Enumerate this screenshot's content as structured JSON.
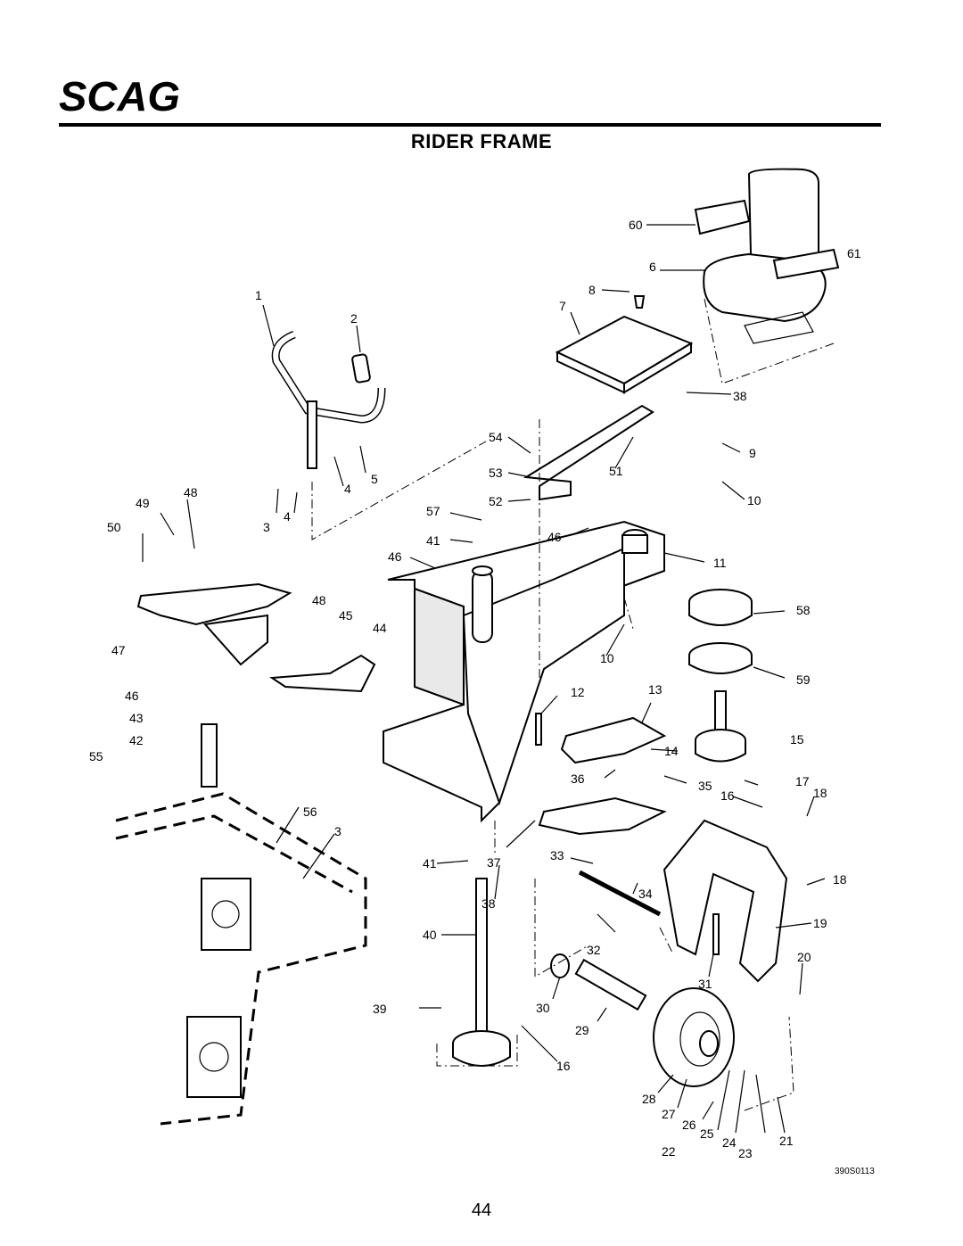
{
  "brand": {
    "logo_text": "SCAG"
  },
  "title": "RIDER FRAME",
  "figure_ref": "390S0113",
  "page_number": "44",
  "callouts": [
    "1",
    "2",
    "3",
    "4",
    "5",
    "3",
    "4",
    "48",
    "49",
    "50",
    "47",
    "46",
    "43",
    "42",
    "55",
    "48",
    "45",
    "44",
    "46",
    "60",
    "6",
    "61",
    "8",
    "7",
    "38",
    "54",
    "53",
    "51",
    "52",
    "57",
    "41",
    "46",
    "9",
    "10",
    "11",
    "58",
    "59",
    "10",
    "12",
    "13",
    "14",
    "15",
    "36",
    "35",
    "17",
    "16",
    "18",
    "56",
    "3",
    "41",
    "37",
    "33",
    "38",
    "34",
    "18",
    "19",
    "40",
    "32",
    "20",
    "31",
    "39",
    "30",
    "29",
    "16",
    "28",
    "27",
    "26",
    "25",
    "24",
    "23",
    "21",
    "22"
  ]
}
